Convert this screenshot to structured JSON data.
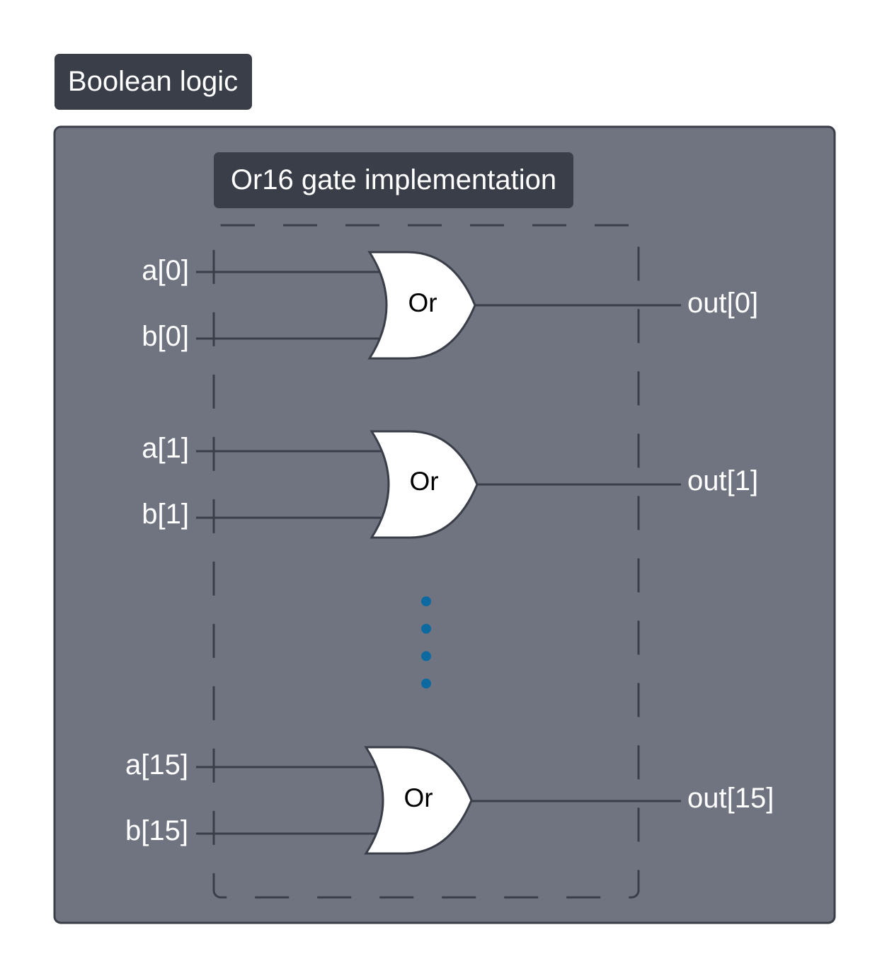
{
  "diagram": {
    "title": "Boolean logic",
    "subtitle": "Or16 gate implementation",
    "gates": [
      {
        "label": "Or",
        "input_a": "a[0]",
        "input_b": "b[0]",
        "output": "out[0]"
      },
      {
        "label": "Or",
        "input_a": "a[1]",
        "input_b": "b[1]",
        "output": "out[1]"
      },
      {
        "label": "Or",
        "input_a": "a[15]",
        "input_b": "b[15]",
        "output": "out[15]"
      }
    ],
    "ellipsis_dot_count": 4,
    "colors": {
      "title_bg": "#393e48",
      "panel_bg": "#6f7480",
      "panel_border": "#393e48",
      "wire": "#393e48",
      "gate_fill": "#ffffff",
      "dot": "#0d6aa1",
      "label_text": "#ffffff",
      "gate_text": "#000000"
    }
  }
}
